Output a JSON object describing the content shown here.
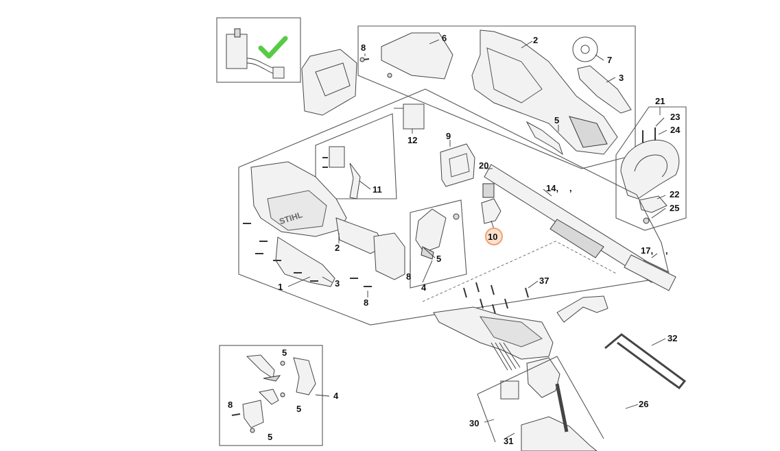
{
  "diagram": {
    "labels": {
      "p1": "1",
      "p2a": "2",
      "p2b": "2",
      "p3a": "3",
      "p3b": "3",
      "p4a": "4",
      "p4b": "4",
      "p5a": "5",
      "p5b": "5",
      "p5c": "5",
      "p5d": "5",
      "p5e": "5",
      "p6": "6",
      "p7": "7",
      "p8a": "8",
      "p8b": "8",
      "p8c": "8",
      "p8d": "8",
      "p9": "9",
      "p10": "10",
      "p11": "11",
      "p12": "12",
      "p14": "14,",
      "p14c": ",",
      "p17": "17,",
      "p17c": ",",
      "p20": "20",
      "p21": "21",
      "p22": "22",
      "p23": "23",
      "p24": "24",
      "p25": "25",
      "p26": "26",
      "p30": "30",
      "p31": "31",
      "p32": "32",
      "p37": "37"
    },
    "housing_brand": "STIHL",
    "highlight_color": "#f0a070",
    "check_color": "#55cc44",
    "icons": [
      "checkmark-icon"
    ]
  }
}
